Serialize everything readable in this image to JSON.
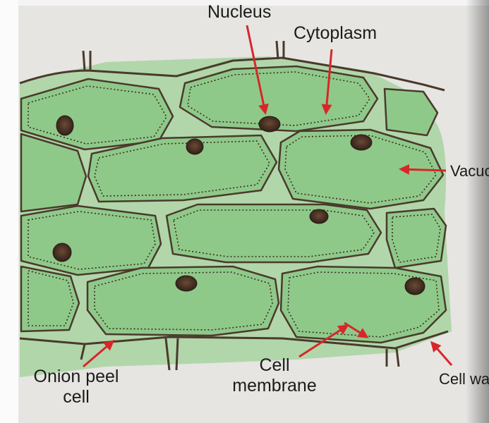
{
  "diagram": {
    "labels": {
      "nucleus": "Nucleus",
      "cytoplasm": "Cytoplasm",
      "vacuole": "Vacuo",
      "onion_peel_line1": "Onion peel",
      "onion_peel_line2": "cell",
      "cell_membrane_line1": "Cell",
      "cell_membrane_line2": "membrane",
      "cell_wall": "Cell wa"
    },
    "colors": {
      "cell_fill": "#8fc98a",
      "background_tint": "#a7d3a0",
      "wall_stroke": "#4a3a2c",
      "arrow": "#d8262a",
      "nucleus": "#3b2a20"
    }
  }
}
